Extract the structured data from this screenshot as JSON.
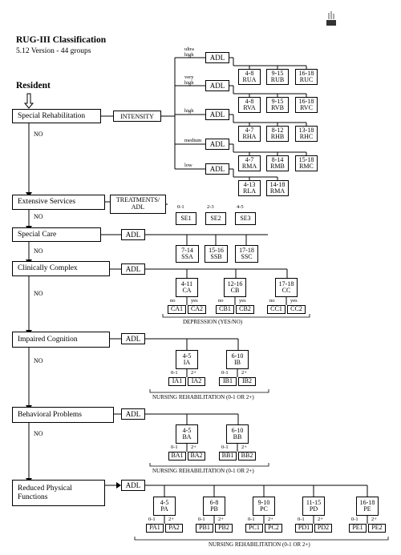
{
  "header": {
    "title": "RUG-III Classification",
    "subtitle": "5.12 Version - 44 groups",
    "resident": "Resident"
  },
  "categories": {
    "special_rehab": "Special Rehabilitation",
    "extensive": "Extensive Services",
    "special_care": "Special Care",
    "clinically_complex": "Clinically Complex",
    "impaired_cognition": "Impaired Cognition",
    "behavioral": "Behavioral Problems",
    "reduced_physical": "Reduced Physical Functions"
  },
  "labels": {
    "no": "NO",
    "intensity": "INTENSITY",
    "adl": "ADL",
    "treatments": "TREATMENTS/ ADL",
    "depression": "DEPRESSION (YES/NO)",
    "nursing_rehab": "NURSING REHABILITATION (0-1 OR 2+)",
    "no_small": "no",
    "yes_small": "yes",
    "zero_one": "0-1",
    "two_plus": "2+"
  },
  "rehab_levels": [
    {
      "name": "ultra high",
      "groups": [
        {
          "range": "4-8",
          "code": "RUA"
        },
        {
          "range": "9-15",
          "code": "RUB"
        },
        {
          "range": "16-18",
          "code": "RUC"
        }
      ]
    },
    {
      "name": "very high",
      "groups": [
        {
          "range": "4-8",
          "code": "RVA"
        },
        {
          "range": "9-15",
          "code": "RVB"
        },
        {
          "range": "16-18",
          "code": "RVC"
        }
      ]
    },
    {
      "name": "high",
      "groups": [
        {
          "range": "4-7",
          "code": "RHA"
        },
        {
          "range": "8-12",
          "code": "RHB"
        },
        {
          "range": "13-18",
          "code": "RHC"
        }
      ]
    },
    {
      "name": "medium",
      "groups": [
        {
          "range": "4-7",
          "code": "RMA"
        },
        {
          "range": "8-14",
          "code": "RMB"
        },
        {
          "range": "15-18",
          "code": "RMC"
        }
      ]
    },
    {
      "name": "low",
      "groups": [
        {
          "range": "4-13",
          "code": "RLA"
        },
        {
          "range": "14-18",
          "code": "RMA"
        }
      ]
    }
  ],
  "extensive_groups": [
    {
      "range": "0-1",
      "code": "SE1"
    },
    {
      "range": "2-3",
      "code": "SE2"
    },
    {
      "range": "4-5",
      "code": "SE3"
    }
  ],
  "special_care_groups": [
    {
      "range": "7-14",
      "code": "SSA"
    },
    {
      "range": "15-16",
      "code": "SSB"
    },
    {
      "range": "17-18",
      "code": "SSC"
    }
  ],
  "clinically_complex_groups": [
    {
      "range": "4-11",
      "code": "CA",
      "subs": [
        "CA1",
        "CA2"
      ]
    },
    {
      "range": "12-16",
      "code": "CB",
      "subs": [
        "CB1",
        "CB2"
      ]
    },
    {
      "range": "17-18",
      "code": "CC",
      "subs": [
        "CC1",
        "CC2"
      ]
    }
  ],
  "impaired_groups": [
    {
      "range": "4-5",
      "code": "IA",
      "subs": [
        "IA1",
        "IA2"
      ]
    },
    {
      "range": "6-10",
      "code": "IB",
      "subs": [
        "IB1",
        "IB2"
      ]
    }
  ],
  "behavioral_groups": [
    {
      "range": "4-5",
      "code": "BA",
      "subs": [
        "BA1",
        "BA2"
      ]
    },
    {
      "range": "6-10",
      "code": "BB",
      "subs": [
        "BB1",
        "BB2"
      ]
    }
  ],
  "physical_groups": [
    {
      "range": "4-5",
      "code": "PA",
      "subs": [
        "PA1",
        "PA2"
      ]
    },
    {
      "range": "6-8",
      "code": "PB",
      "subs": [
        "PB1",
        "PB2"
      ]
    },
    {
      "range": "9-10",
      "code": "PC",
      "subs": [
        "PC1",
        "PC2"
      ]
    },
    {
      "range": "11-15",
      "code": "PD",
      "subs": [
        "PD1",
        "PD2"
      ]
    },
    {
      "range": "16-18",
      "code": "PE",
      "subs": [
        "PE1",
        "PE2"
      ]
    }
  ]
}
